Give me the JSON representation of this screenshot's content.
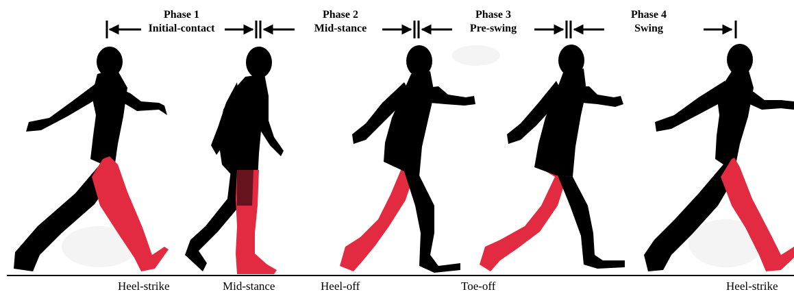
{
  "phases": [
    {
      "title": "Phase 1",
      "subtitle": "Initial-contact"
    },
    {
      "title": "Phase 2",
      "subtitle": "Mid-stance"
    },
    {
      "title": "Phase 3",
      "subtitle": "Pre-swing"
    },
    {
      "title": "Phase 4",
      "subtitle": "Swing"
    }
  ],
  "events": [
    "Heel-strike",
    "Mid-stance",
    "Heel-off",
    "Toe-off",
    "Heel-strike"
  ],
  "figures": [
    {
      "pose": "heel-strike",
      "highlighted_leg": "front"
    },
    {
      "pose": "mid-stance",
      "highlighted_leg": "stance"
    },
    {
      "pose": "heel-off",
      "highlighted_leg": "rear"
    },
    {
      "pose": "toe-off",
      "highlighted_leg": "rear"
    },
    {
      "pose": "heel-strike",
      "highlighted_leg": "front"
    }
  ],
  "colors": {
    "body": "#000000",
    "highlight": "#e22b40",
    "ground": "#000000",
    "background": "#ffffff"
  }
}
